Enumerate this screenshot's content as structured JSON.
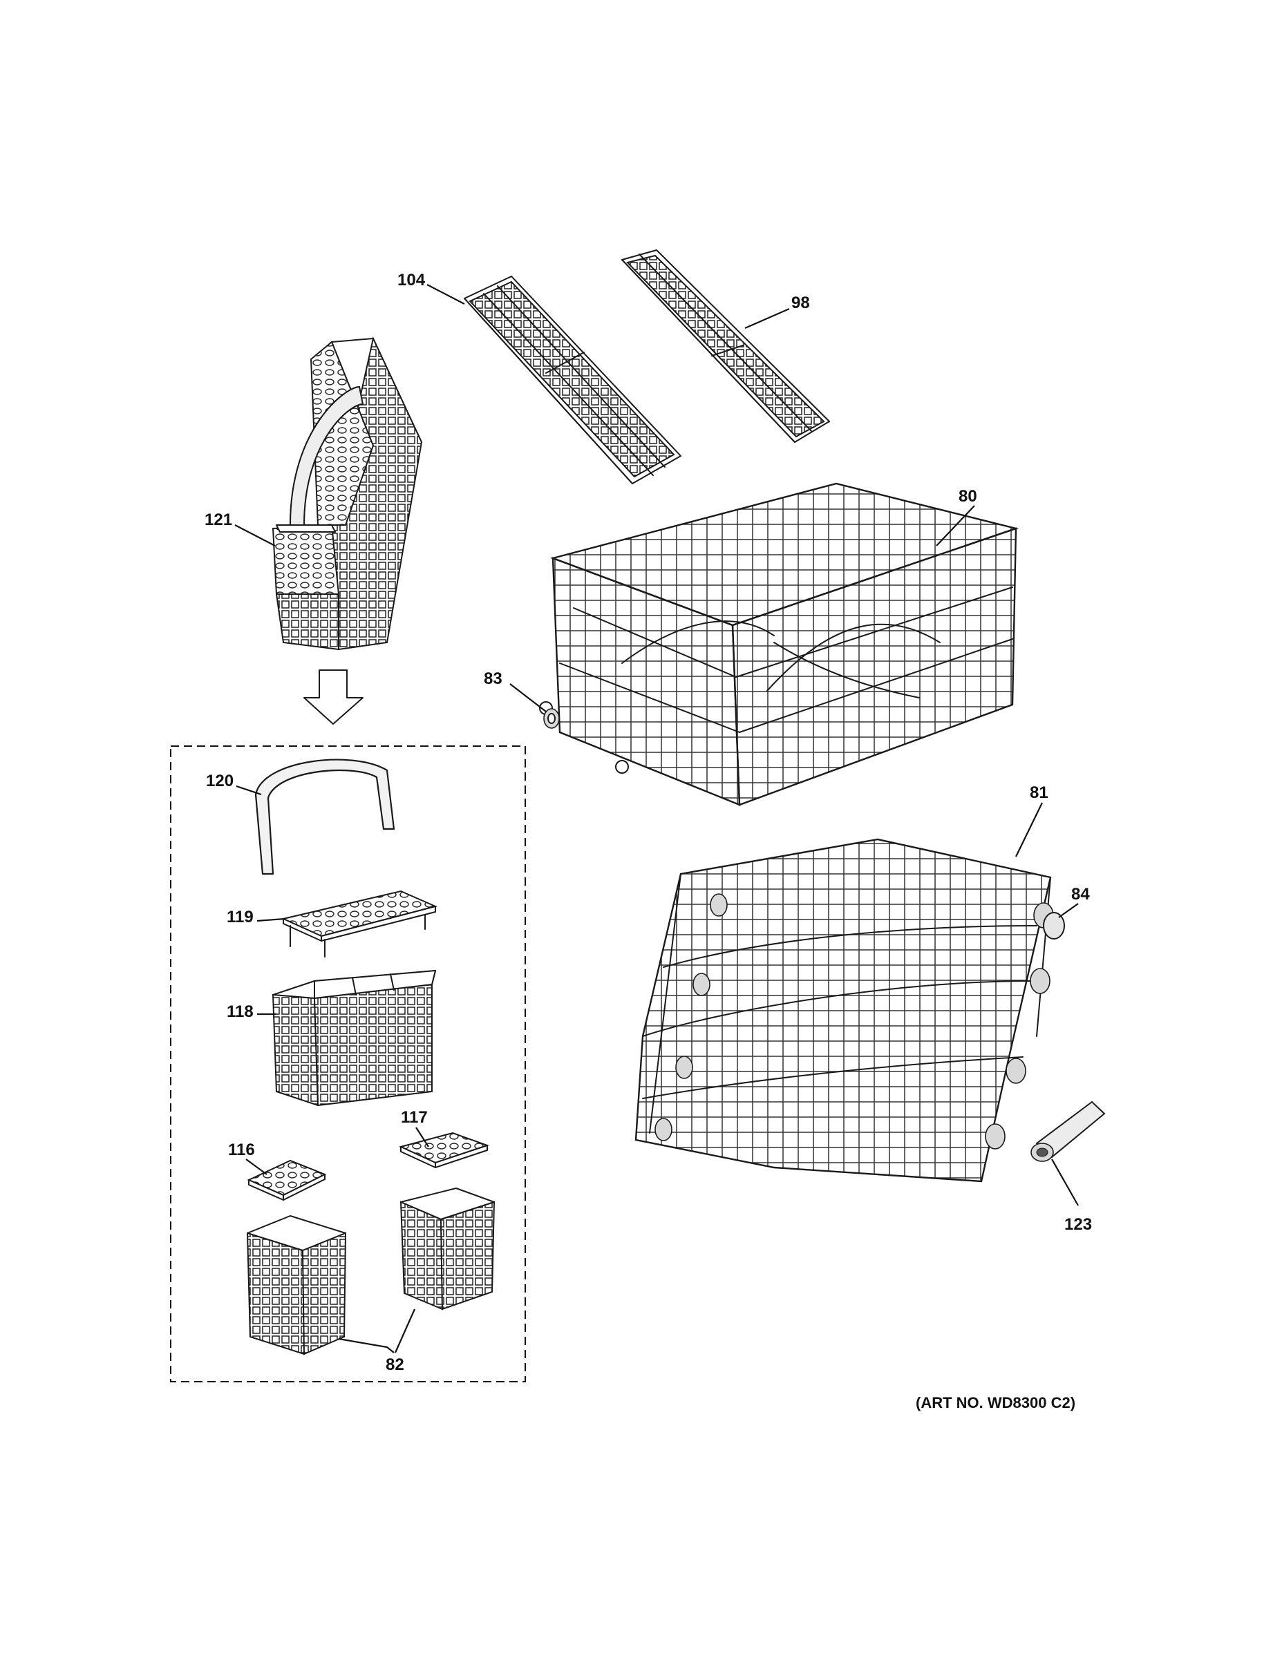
{
  "art_number": "(ART NO. WD8300 C2)",
  "parts": [
    {
      "id": "p104",
      "number": "104"
    },
    {
      "id": "p98",
      "number": "98"
    },
    {
      "id": "p121",
      "number": "121"
    },
    {
      "id": "p80",
      "number": "80"
    },
    {
      "id": "p83",
      "number": "83"
    },
    {
      "id": "p120",
      "number": "120"
    },
    {
      "id": "p119",
      "number": "119"
    },
    {
      "id": "p118",
      "number": "118"
    },
    {
      "id": "p81",
      "number": "81"
    },
    {
      "id": "p84",
      "number": "84"
    },
    {
      "id": "p116",
      "number": "116"
    },
    {
      "id": "p117",
      "number": "117"
    },
    {
      "id": "p82",
      "number": "82"
    },
    {
      "id": "p123",
      "number": "123"
    }
  ]
}
